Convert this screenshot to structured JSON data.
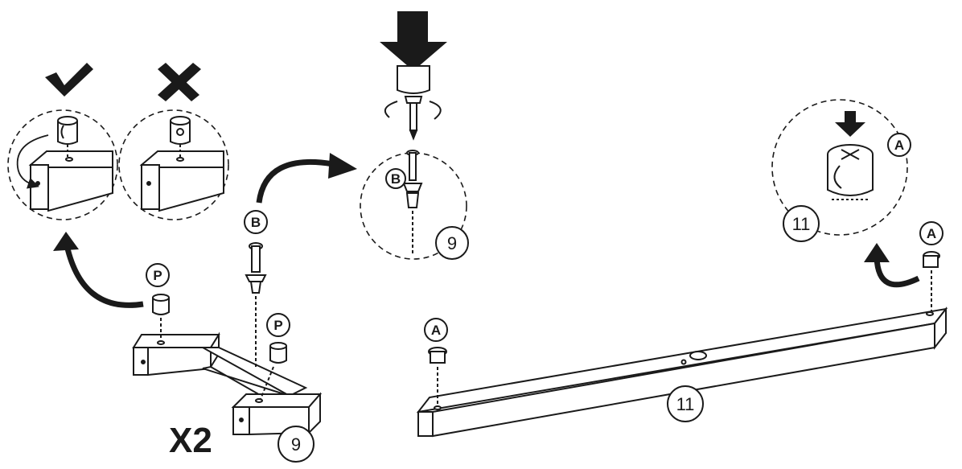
{
  "quantity": "X2",
  "parts": {
    "leg_frame": "9",
    "rail": "11"
  },
  "hardware": {
    "p": "P",
    "b": "B",
    "a": "A"
  },
  "icons": {
    "correct": "check-icon",
    "incorrect": "cross-icon",
    "screwdriver": "screwdriver-icon",
    "push": "arrow-down-icon"
  },
  "colors": {
    "ink": "#1a1a1a",
    "paper": "#ffffff"
  }
}
